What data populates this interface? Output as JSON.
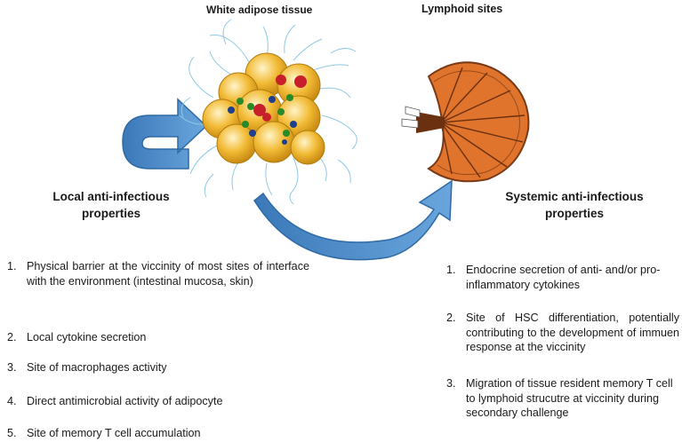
{
  "titles": {
    "adipose": "White adipose tissue",
    "lymphoid": "Lymphoid sites"
  },
  "headings": {
    "local_line1": "Local anti-infectious",
    "local_line2": "properties",
    "systemic_line1": "Systemic anti-infectious",
    "systemic_line2": "properties"
  },
  "local_list": [
    {
      "num": "1.",
      "text": "Physical barrier at the viccinity of most sites of interface with the environment (intestinal mucosa, skin)"
    },
    {
      "num": "2.",
      "text": "Local cytokine secretion"
    },
    {
      "num": "3.",
      "text": "Site of macrophages activity"
    },
    {
      "num": "4.",
      "text": "Direct antimicrobial activity of adipocyte"
    },
    {
      "num": "5.",
      "text": "Site of memory  T cell accumulation"
    }
  ],
  "systemic_list": [
    {
      "num": "1.",
      "text": "Endocrine secretion of anti- and/or pro-inflammatory cytokines"
    },
    {
      "num": "2.",
      "text": "Site of HSC differentiation, potentially contributing to the development of immuen response at the viccinity"
    },
    {
      "num": "3.",
      "text": "Migration of tissue resident memory  T cell to lymphoid strucutre at viccinity during secondary challenge"
    }
  ],
  "colors": {
    "arrow": "#4a86c5",
    "adipocyte": "#f0b62e",
    "vessel": "#8ec9e6",
    "node": "#e0742c",
    "node_stroke": "#7a3a18"
  }
}
